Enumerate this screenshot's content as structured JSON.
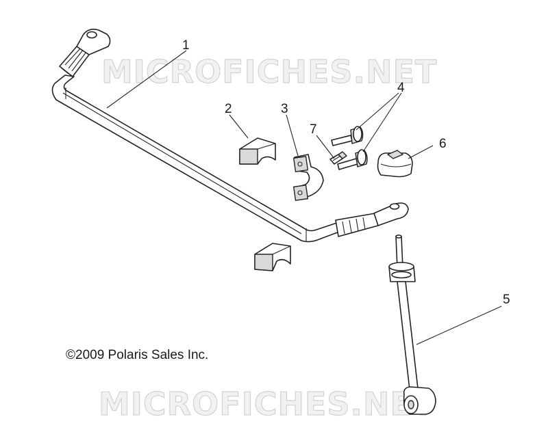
{
  "watermark": {
    "top": "MICROFICHES.NET",
    "bottom": "MICROFICHES.NET"
  },
  "copyright": "©2009 Polaris Sales Inc.",
  "callouts": {
    "c1": "1",
    "c2": "2",
    "c3": "3",
    "c4": "4",
    "c5": "5",
    "c6": "6",
    "c7": "7"
  },
  "icons": [
    "copyright-symbol"
  ]
}
